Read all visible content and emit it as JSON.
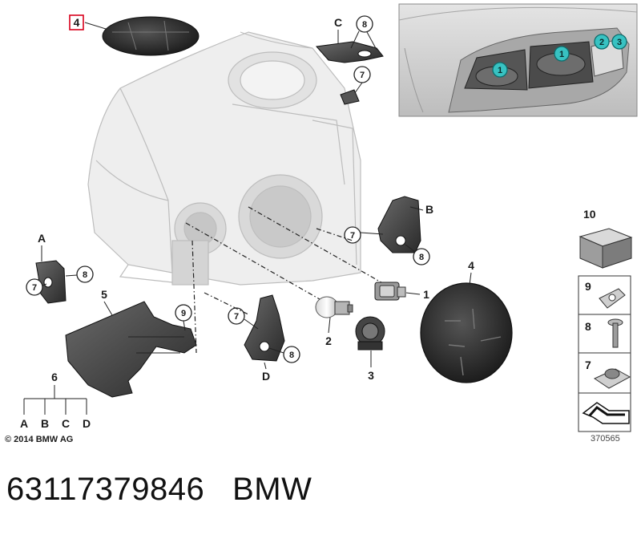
{
  "diagram": {
    "part_number": "63117379846",
    "brand": "BMW",
    "copyright": "© 2014 BMW AG",
    "diagram_id": "370565",
    "highlighted_callout": "4"
  },
  "callouts": {
    "c1": "1",
    "c2": "2",
    "c3": "3",
    "c4_top": "4",
    "c4_cover": "4",
    "c5": "5",
    "c6": "6",
    "c7_a": "7",
    "c7_c": "7",
    "c7_b": "7",
    "c7_d": "7",
    "c8_a": "8",
    "c8_c": "8",
    "c8_b": "8",
    "c8_d": "8",
    "c9": "9",
    "A": "A",
    "B": "B",
    "C": "C",
    "D": "D"
  },
  "tree": {
    "A": "A",
    "B": "B",
    "C": "C",
    "D": "D"
  },
  "inset": {
    "m1a": "1",
    "m1b": "1",
    "m2": "2",
    "m3": "3"
  },
  "sidebar": {
    "s10": "10",
    "s9": "9",
    "s8": "8",
    "s7": "7"
  },
  "colors": {
    "highlight_box": "#d8001c",
    "teal_marker": "#38c2c2",
    "part_dark": "#3a3a3a",
    "ghost": "#cfcfcf"
  },
  "icons": [
    "headlight-housing",
    "bulb-socket",
    "bulb",
    "lamp-holder",
    "cover-cap",
    "bracket",
    "clip-nut",
    "screw",
    "spring-nut",
    "box",
    "sidebar-arrow-icon"
  ]
}
